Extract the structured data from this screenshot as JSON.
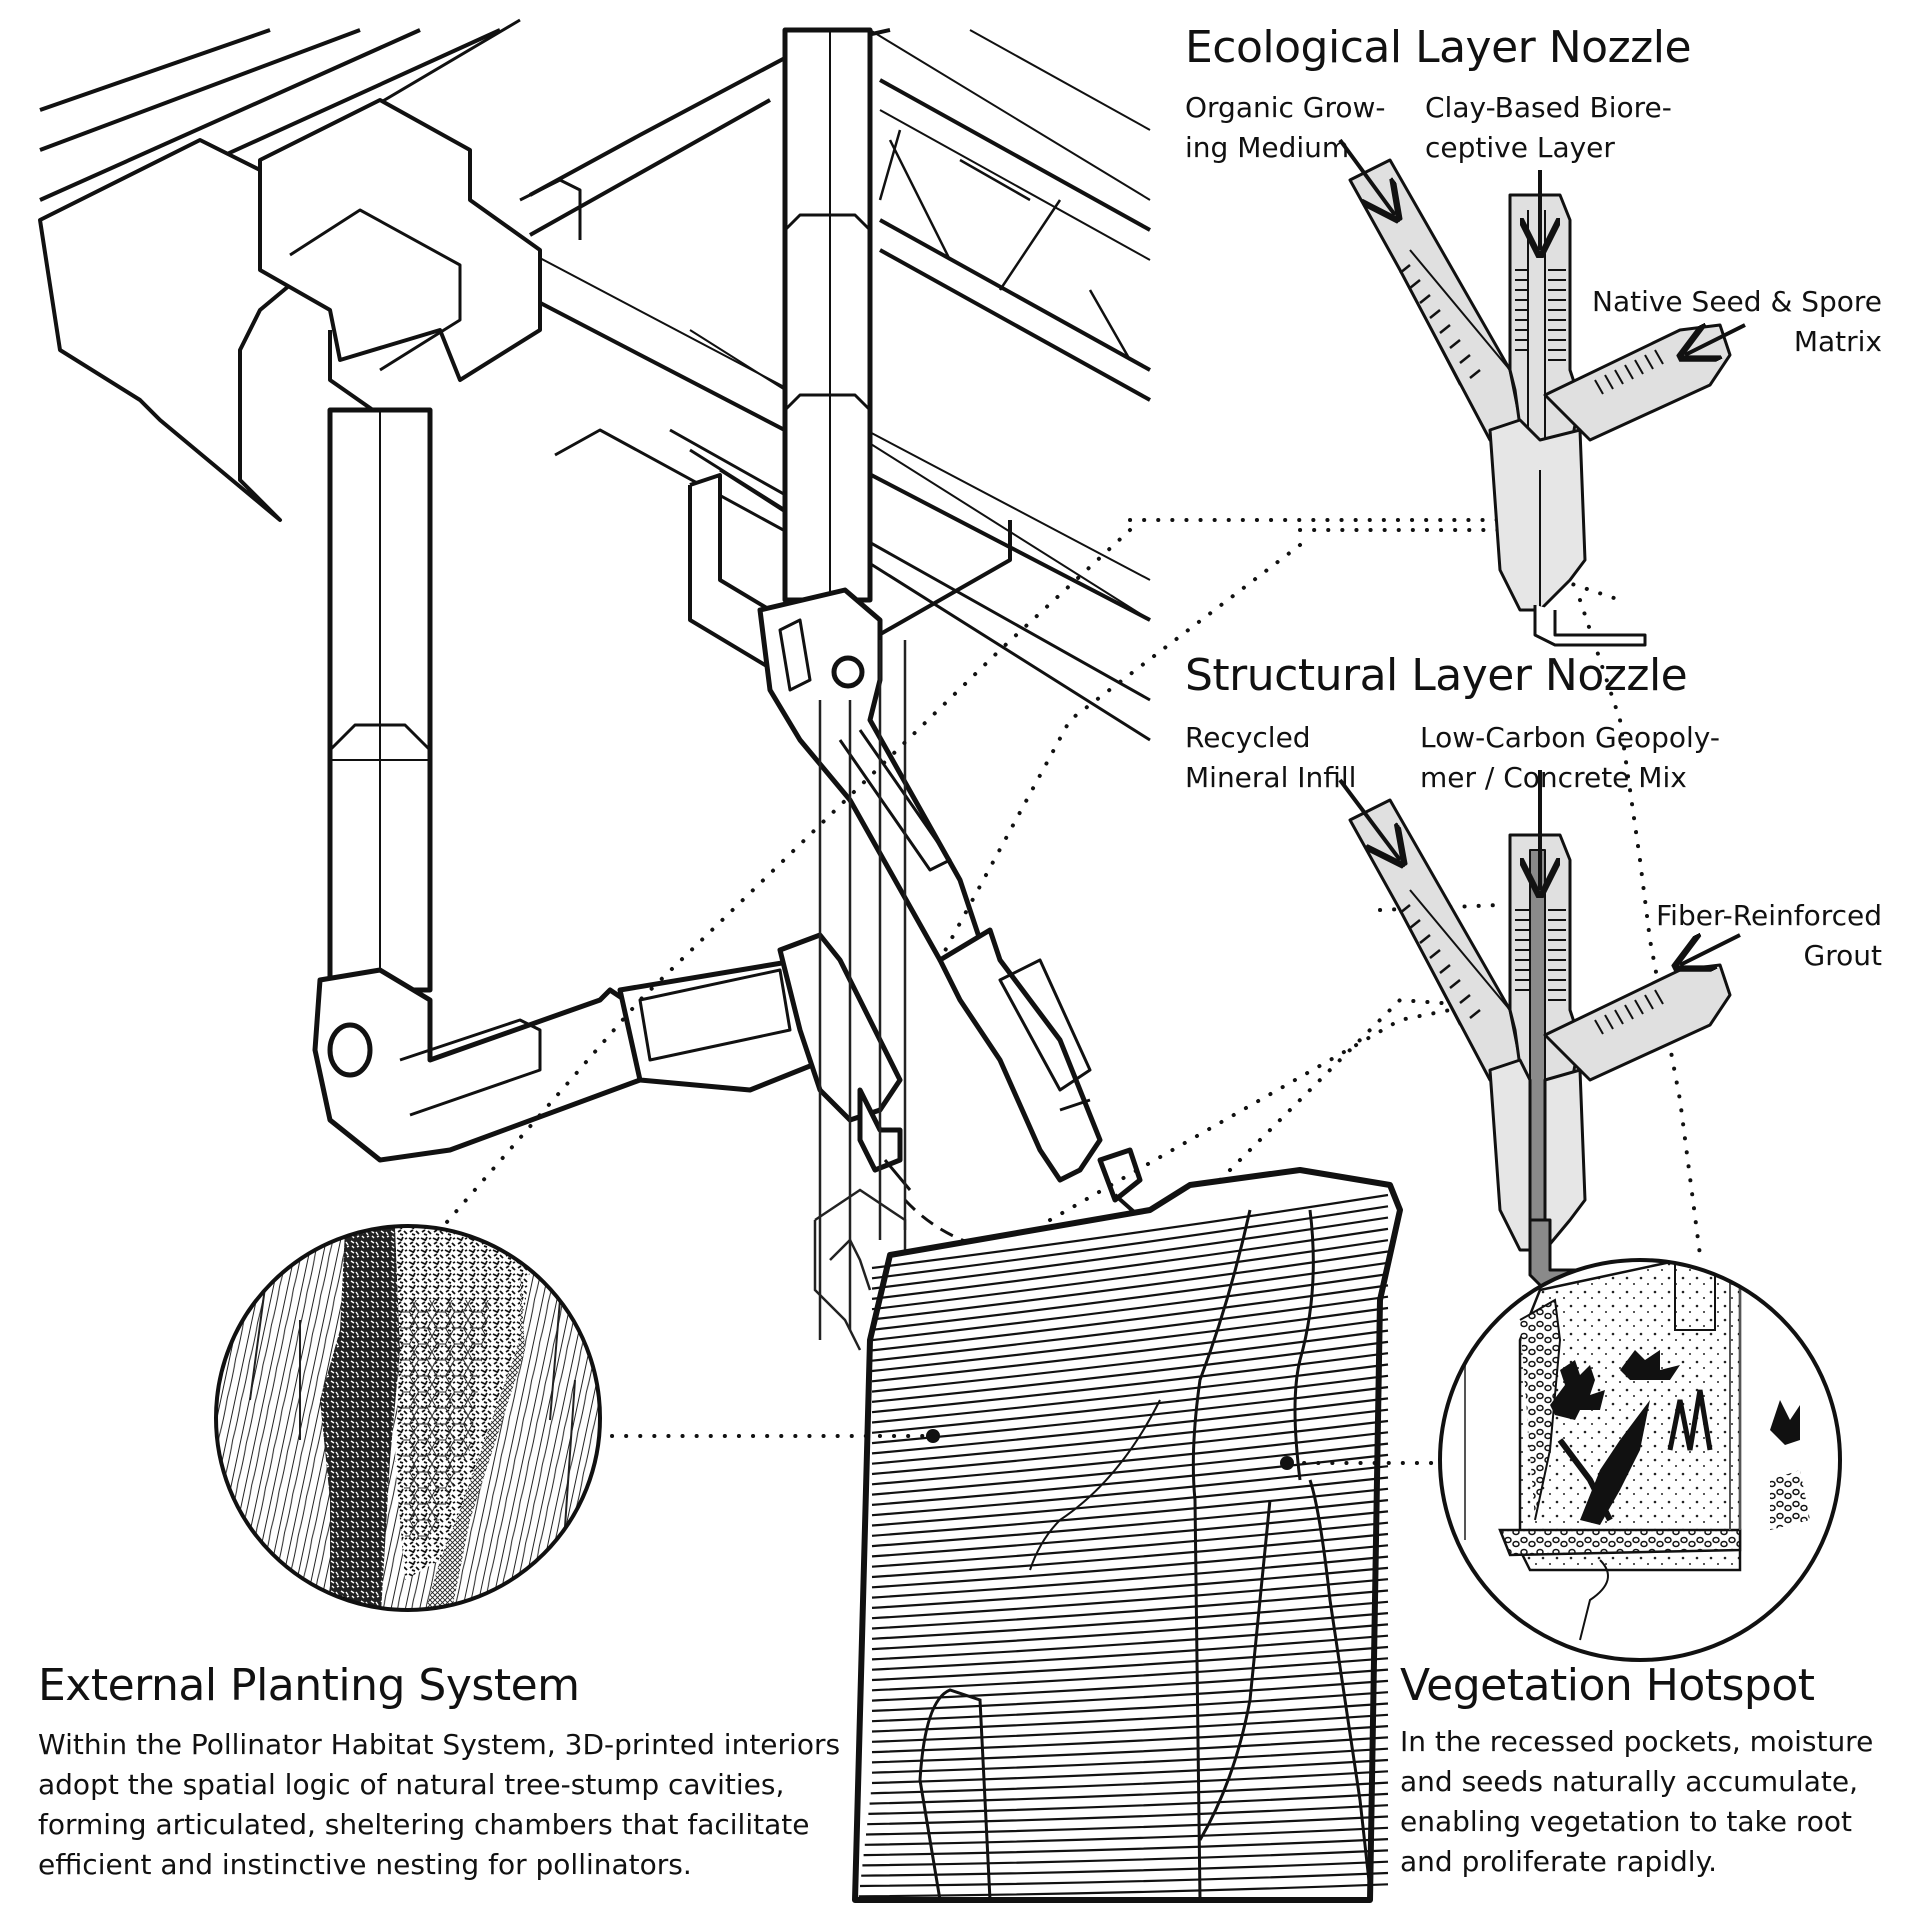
{
  "ecological_nozzle": {
    "title": "Ecological Layer Nozzle",
    "inputs": [
      {
        "label": "Organic Grow-\ning Medium"
      },
      {
        "label": "Clay-Based Biore-\nceptive Layer"
      },
      {
        "label": "Native Seed & Spore\nMatrix"
      }
    ]
  },
  "structural_nozzle": {
    "title": "Structural Layer Nozzle",
    "inputs": [
      {
        "label": "Recycled\nMineral Infill"
      },
      {
        "label": "Low-Carbon Geopoly-\nmer / Concrete Mix"
      },
      {
        "label": "Fiber-Reinforced\nGrout"
      }
    ]
  },
  "external_planting": {
    "title": "External Planting System",
    "description": "Within the Pollinator Habitat System, 3D-printed interiors adopt the spatial logic of natural tree-stump cavities, forming articulated, sheltering chambers that facilitate efficient and instinctive nesting for pollinators."
  },
  "vegetation_hotspot": {
    "title": "Vegetation Hotspot",
    "description": "In the recessed pockets, moisture and seeds naturally accumulate, enabling vegetation to take root and proliferate rapidly."
  },
  "colors": {
    "ink": "#111111",
    "nozzle_fill": "#d9d9d9",
    "core_fill": "#8a8a8a",
    "background": "#ffffff"
  }
}
